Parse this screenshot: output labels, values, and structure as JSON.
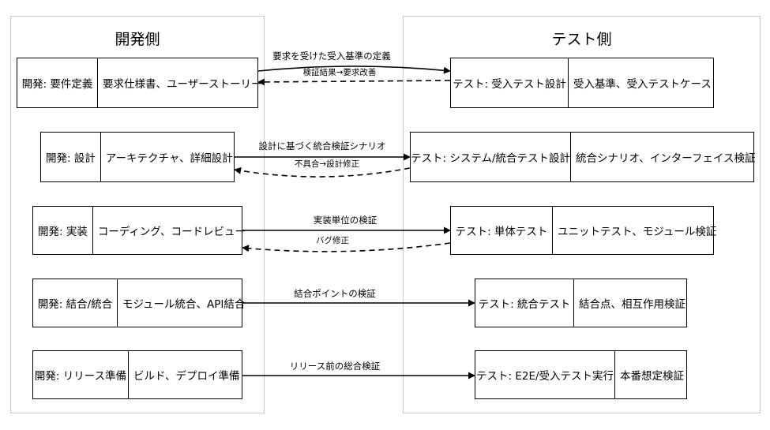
{
  "lanes": {
    "dev_title": "開発側",
    "test_title": "テスト側"
  },
  "stages": [
    {
      "dev": {
        "phase": "開発: 要件定義",
        "desc": "要求仕様書、ユーザーストーリー"
      },
      "test": {
        "phase": "テスト: 受入テスト設計",
        "desc": "受入基準、受入テストケース"
      },
      "forward": "要求を受けた受入基準の定義",
      "back": "検証結果→要求改善"
    },
    {
      "dev": {
        "phase": "開発: 設計",
        "desc": "アーキテクチャ、詳細設計"
      },
      "test": {
        "phase": "テスト: システム/統合テスト設計",
        "desc": "統合シナリオ、インターフェイス検証"
      },
      "forward": "設計に基づく統合検証シナリオ",
      "back": "不具合→設計修正"
    },
    {
      "dev": {
        "phase": "開発: 実装",
        "desc": "コーディング、コードレビュー"
      },
      "test": {
        "phase": "テスト: 単体テスト",
        "desc": "ユニットテスト、モジュール検証"
      },
      "forward": "実装単位の検証",
      "back": "バグ修正"
    },
    {
      "dev": {
        "phase": "開発: 結合/統合",
        "desc": "モジュール統合、API結合"
      },
      "test": {
        "phase": "テスト: 統合テスト",
        "desc": "結合点、相互作用検証"
      },
      "forward": "結合ポイントの検証",
      "back": ""
    },
    {
      "dev": {
        "phase": "開発: リリース準備",
        "desc": "ビルド、デプロイ準備"
      },
      "test": {
        "phase": "テスト: E2E/受入テスト実行",
        "desc": "本番想定検証"
      },
      "forward": "リリース前の総合検証",
      "back": ""
    }
  ]
}
